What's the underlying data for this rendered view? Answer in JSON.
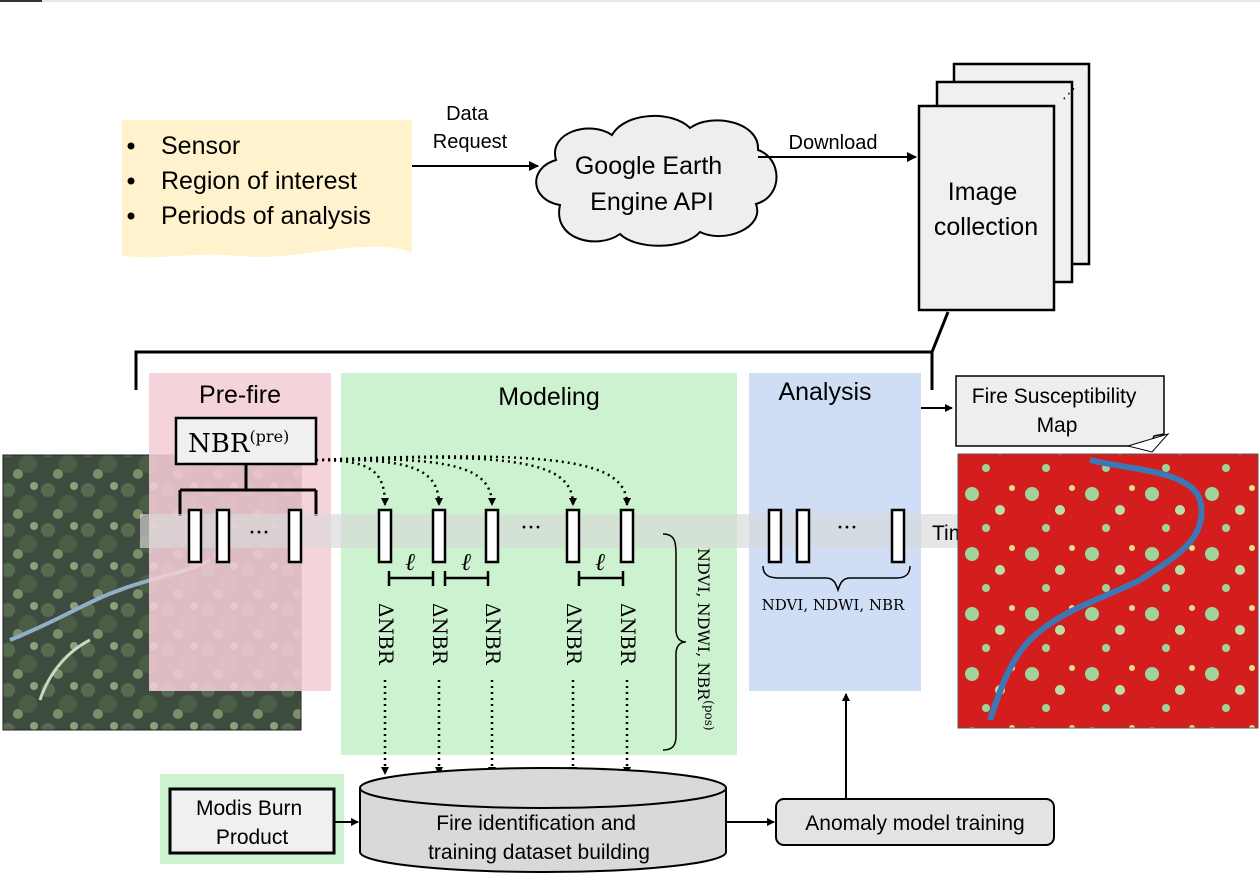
{
  "inputs": {
    "items": [
      "Sensor",
      "Region of interest",
      "Periods of analysis"
    ]
  },
  "labels": {
    "data_request": "Data\nRequest",
    "download": "Download",
    "gee": "Google Earth\nEngine API",
    "image_collection": "Image\ncollection",
    "collection_dots": "⋰"
  },
  "panels": {
    "prefire_title": "Pre-fire",
    "nbr_pre_base": "NBR",
    "nbr_pre_sup": "(pre)",
    "modeling_title": "Modeling",
    "analysis_title": "Analysis"
  },
  "timeline": {
    "time_label": "Time",
    "ellipsis": "···",
    "ell": "ℓ",
    "delta_nbr": "ΔNBR",
    "pos_indices_base": "NDVI, NDWI, NBR",
    "pos_indices_sup": "(pos)",
    "analysis_indices": "NDVI, NDWI, NBR"
  },
  "output": {
    "fire_map": "Fire Susceptibility\nMap"
  },
  "bottom": {
    "modis": "Modis Burn\nProduct",
    "fire_id": "Fire identification and\ntraining dataset building",
    "anomaly": "Anomaly model training"
  },
  "colors": {
    "prefire_panel": "#f4cdd6",
    "modeling_panel": "#ccf2cf",
    "analysis_panel": "#cfdef5",
    "input_note": "#fff2cc",
    "box_fill": "#f0f0f0",
    "map_red": "#d41d1d"
  }
}
